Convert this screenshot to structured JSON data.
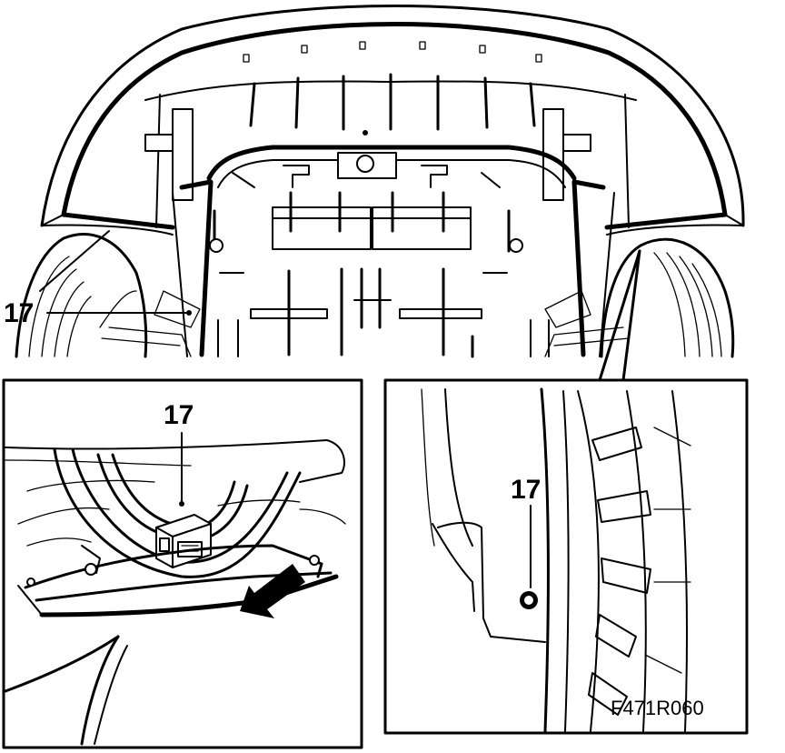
{
  "labels": {
    "top_callout": "17",
    "left_panel_callout": "17",
    "right_panel_callout": "17"
  },
  "figure_code": "F471R060",
  "colors": {
    "ink": "#000000",
    "paper": "#ffffff"
  }
}
